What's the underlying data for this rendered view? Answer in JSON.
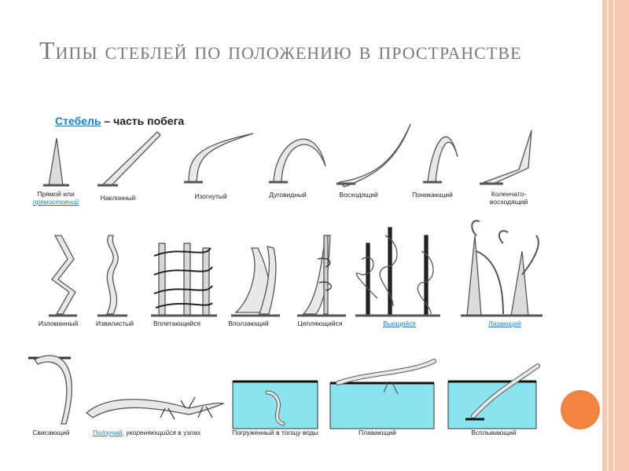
{
  "title": "Типы стеблей по положению в пространстве",
  "heading": {
    "link": "Стебель",
    "rest": " – часть побега"
  },
  "labels": {
    "upright_1": "Прямой или",
    "upright_2": "прямостоячий",
    "inclined": "Наклонный",
    "bent": "Изогнутый",
    "arched": "Дуговидный",
    "ascending": "Восходящий",
    "drooping": "Поникающий",
    "geniculate_1": "Коленчато-",
    "geniculate_2": "восходящий",
    "broken": "Изломанный",
    "sinuous": "Извилистый",
    "interweaving": "Вплетающийся",
    "creeping_up": "Вползающий",
    "clinging": "Цепляющийся",
    "twining": "Вьющийся",
    "climbing": "Лазающий",
    "hanging": "Свисающий",
    "creeping_link": "Ползучий",
    "creeping_rest_1": ", ",
    "creeping_ital": "укореняющийся",
    "creeping_rest_2": " в узлах",
    "submerged": "Погруженный в толщу воды",
    "floating": "Плавающий",
    "surfacing": "Всплывающий"
  },
  "colors": {
    "water": "#8be3f0",
    "border": "#f6c9b1",
    "accent": "#f08440",
    "link": "#1b7fc4"
  }
}
